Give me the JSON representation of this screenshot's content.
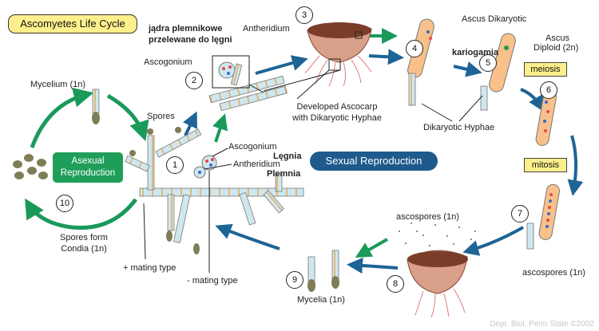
{
  "title": "Ascomyetes Life Cycle",
  "boxes": {
    "asexual": [
      "Asexual",
      "Reproduction"
    ],
    "sexual": "Sexual Reproduction",
    "meiosis": "meiosis",
    "mitosis": "mitosis"
  },
  "steps": [
    "1",
    "2",
    "3",
    "4",
    "5",
    "6",
    "7",
    "8",
    "9",
    "10"
  ],
  "labels": {
    "mycelium": "Mycelium (1n)",
    "spores": "Spores",
    "ascogonium_center": "Ascogonium",
    "legnia": "Lęgnia",
    "antheridium_center": "Antheridium",
    "plemnia": "Plemnia",
    "jadra_line1": "jądra plemnikowe",
    "jadra_line2": "przelewane do lęgni",
    "antheridium_top": "Antheridium",
    "ascogonium_top": "Ascogonium",
    "developed_line1": "Developed Ascocarp",
    "developed_line2": "with Dikaryotic Hyphae",
    "ascus_dikaryotic": "Ascus Dikaryotic",
    "ascus_diploid_line1": "Ascus",
    "ascus_diploid_line2": "Diploid (2n)",
    "kariogamia": "kariogamia",
    "dikaryotic_hyphae": "Dikaryotic Hyphae",
    "ascospores_top": "ascospores (1n)",
    "ascospores_right": "ascospores (1n)",
    "mycelia": "Mycelia (1n)",
    "plus_mating": "+ mating type",
    "minus_mating": "- mating type",
    "spores_form_line1": "Spores form",
    "spores_form_line2": "Condia (1n)"
  },
  "credit": "Dept. Biol. Penn State ©2002",
  "colors": {
    "green_arrow": "#1a9a5a",
    "blue_arrow": "#1e6496",
    "hypha_fill": "#cfe7ef",
    "hypha_band": "#e0b97a",
    "ascus_fill": "#f8c08a",
    "spore_fill": "#7f7d55",
    "ascocarp_rim": "#d9a089",
    "ascocarp_inner": "#7a3d2a",
    "ascocarp_hyphae": "#e47b7b"
  }
}
